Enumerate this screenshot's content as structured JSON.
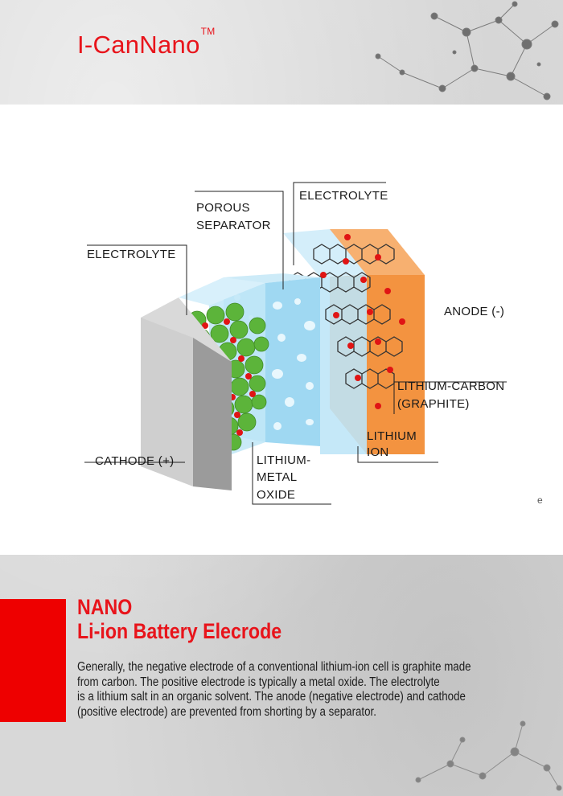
{
  "brand": {
    "name": "I-CanNano",
    "trademark": "TM",
    "color": "#e8141b"
  },
  "diagram": {
    "labels": {
      "porous_separator_1": "POROUS",
      "porous_separator_2": "SEPARATOR",
      "electrolyte_top": "ELECTROLYTE",
      "electrolyte_left": "ELECTROLYTE",
      "anode": "ANODE (-)",
      "lithium_carbon_1": "LITHIUM-CARBON",
      "lithium_carbon_2": "(GRAPHITE)",
      "lithium_ion_1": "LITHIUM",
      "lithium_ion_2": "ION",
      "cathode": "CATHODE (+)",
      "metal_oxide_1": "LITHIUM-",
      "metal_oxide_2": "METAL",
      "metal_oxide_3": "OXIDE",
      "stray_mark": "e"
    },
    "colors": {
      "cathode_plate": "#cfcfcf",
      "electrolyte": "#bfe6f7",
      "separator": "#9fd8f2",
      "anode_plate": "#f39340",
      "oxide_sphere": "#5cb43a",
      "lithium_ion": "#e01414",
      "graphite": "#333333"
    }
  },
  "section": {
    "title_line1": "NANO",
    "title_line2": "Li-ion Battery Elecrode",
    "body_lines": [
      "Generally, the negative electrode of a conventional lithium-ion cell is graphite made",
      "from carbon. The positive electrode is typically a metal oxide. The electrolyte",
      "is a lithium salt in an organic solvent. The anode (negative electrode) and cathode",
      "(positive electrode) are prevented from shorting by a separator."
    ],
    "accent_color": "#ee0000"
  }
}
